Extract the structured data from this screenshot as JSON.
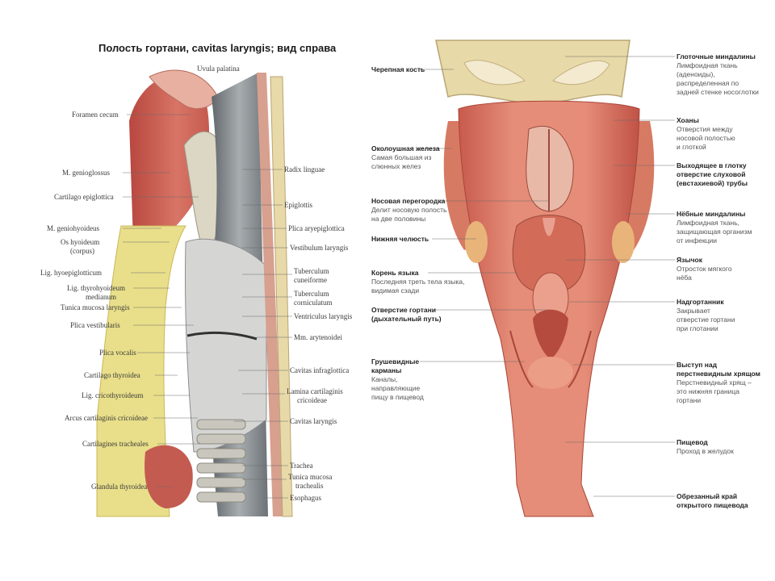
{
  "title": "Полость гортани, cavitas laryngis; вид справа",
  "left_labels": [
    "Uvula palatina",
    "Foramen cecum",
    "M. genioglossus",
    "Cartilago epiglottica",
    "M. geniohyoideus",
    "Os hyoideum",
    "(corpus)",
    "Lig. hyoepiglotticum",
    "Lig. thyrohyoideum",
    "medianum",
    "Tunica mucosa laryngis",
    "Plica vestibularis",
    "Plica vocalis",
    "Cartilago thyroidea",
    "Lig. cricothyroideum",
    "Arcus cartilaginis cricoideae",
    "Cartilagines tracheales",
    "Glandula thyroidea"
  ],
  "mid_labels": [
    "Radix linguae",
    "Epiglottis",
    "Plica aryepiglottica",
    "Vestibulum laryngis",
    "Tuberculum",
    "cuneiforme",
    "Tuberculum",
    "corniculatum",
    "Ventriculus laryngis",
    "Mm. arytenoidei",
    "Cavitas infraglottica",
    "Lamina cartilaginis",
    "cricoideae",
    "Cavitas laryngis",
    "Trachea",
    "Tunica mucosa",
    "trachealis",
    "Esophagus"
  ],
  "pharynx_left": [
    {
      "title": "Черепная кость",
      "desc": []
    },
    {
      "title": "Околоушная железа",
      "desc": [
        "Самая большая из",
        "слюнных желез"
      ]
    },
    {
      "title": "Носовая перегородка",
      "desc": [
        "Делит носовую полость",
        "на две половины"
      ]
    },
    {
      "title": "Нижняя челюсть",
      "desc": []
    },
    {
      "title": "Корень языка",
      "desc": [
        "Последняя треть тела языка,",
        "видимая сзади"
      ]
    },
    {
      "title": "Отверстие гортани",
      "desc": [
        "(дыхательный путь)"
      ]
    },
    {
      "title": "Грушевидные карманы",
      "desc": [
        "Каналы,",
        "направляющие",
        "пищу в пищевод"
      ]
    }
  ],
  "pharynx_right": [
    {
      "title": "Глоточные миндалины",
      "desc": [
        "Лимфоидная ткань",
        "(аденоиды),",
        "распределенная по",
        "задней стенке носоглотки"
      ]
    },
    {
      "title": "Хоаны",
      "desc": [
        "Отверстия между",
        "носовой полостью",
        "и глоткой"
      ]
    },
    {
      "title": "Выходящее в глотку отверстие слуховой (евстахиевой) трубы",
      "desc": []
    },
    {
      "title": "Нёбные миндалины",
      "desc": [
        "Лимфоидная ткань,",
        "защищающая организм",
        "от инфекции"
      ]
    },
    {
      "title": "Язычок",
      "desc": [
        "Отросток мягкого",
        "нёба"
      ]
    },
    {
      "title": "Надгортанник",
      "desc": [
        "Закрывает",
        "отверстие гортани",
        "при глотании"
      ]
    },
    {
      "title": "Выступ над перстневидным хрящом",
      "desc": [
        "Перстневидный хрящ –",
        "это нижняя граница",
        "гортани"
      ]
    },
    {
      "title": "Пищевод",
      "desc": [
        "Проход в желудок"
      ]
    },
    {
      "title": "Обрезанный край открытого пищевода",
      "desc": []
    }
  ],
  "colors": {
    "muscle": "#c9564e",
    "bone": "#e8d9a8",
    "fat": "#e9df8a",
    "mucosa": "#e7a090",
    "cavity": "#7d8388"
  }
}
